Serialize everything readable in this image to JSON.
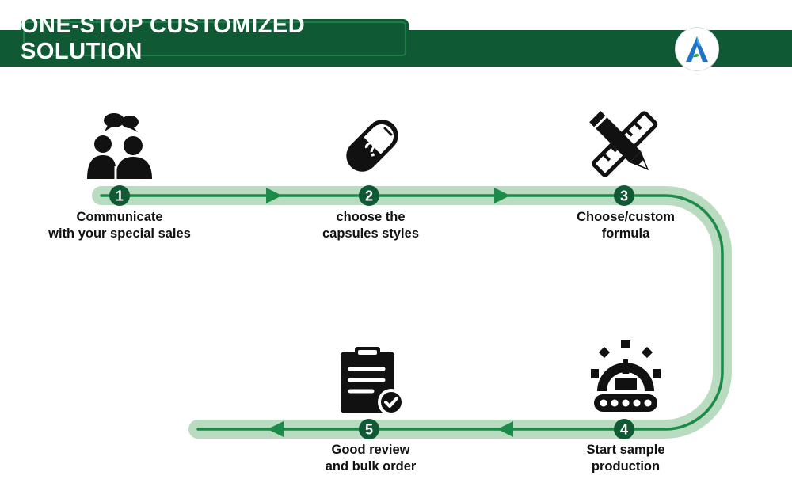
{
  "header": {
    "title": "ONE-STOP CUSTOMIZED SOLUTION",
    "logo": "brand-a-logo"
  },
  "colors": {
    "primary": "#0f5a35",
    "track": "#b9dcc0",
    "line": "#1c8a48",
    "icon": "#111111"
  },
  "steps": [
    {
      "number": "1",
      "icon": "people-chat-icon",
      "line1": "Communicate",
      "line2": "with your special sales"
    },
    {
      "number": "2",
      "icon": "capsule-icon",
      "line1": "choose the",
      "line2": "capsules styles"
    },
    {
      "number": "3",
      "icon": "pencil-ruler-icon",
      "line1": "Choose/custom",
      "line2": "formula"
    },
    {
      "number": "4",
      "icon": "factory-gear-icon",
      "line1": "Start sample",
      "line2": "production"
    },
    {
      "number": "5",
      "icon": "clipboard-check-icon",
      "line1": "Good review",
      "line2": "and bulk order"
    }
  ]
}
